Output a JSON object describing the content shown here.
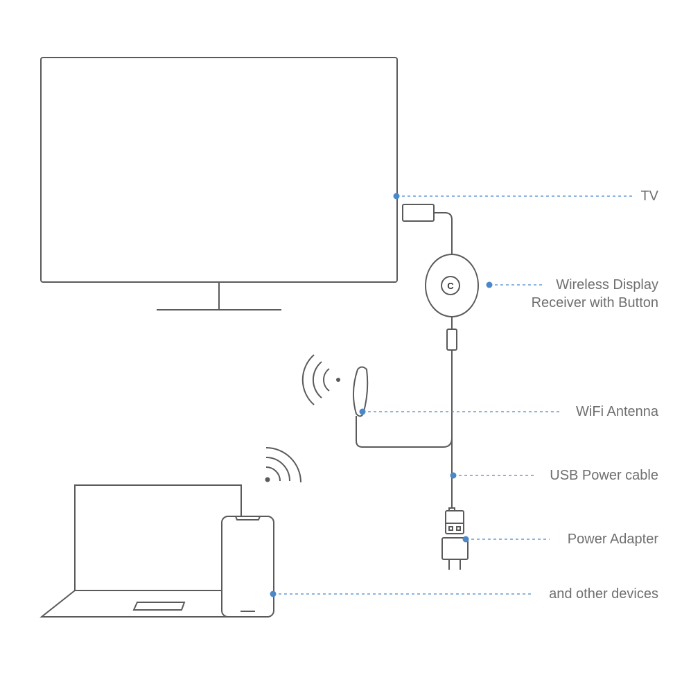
{
  "labels": {
    "tv": "TV",
    "receiver_line1": "Wireless Display",
    "receiver_line2": "Receiver with Button",
    "receiver_logo": "C",
    "antenna": "WiFi Antenna",
    "usb_cable": "USB Power cable",
    "adapter": "Power Adapter",
    "devices": "and other devices"
  },
  "colors": {
    "stroke": "#5a5a5a",
    "leader": "#4a88c9",
    "label_text": "#6f6f6f"
  }
}
